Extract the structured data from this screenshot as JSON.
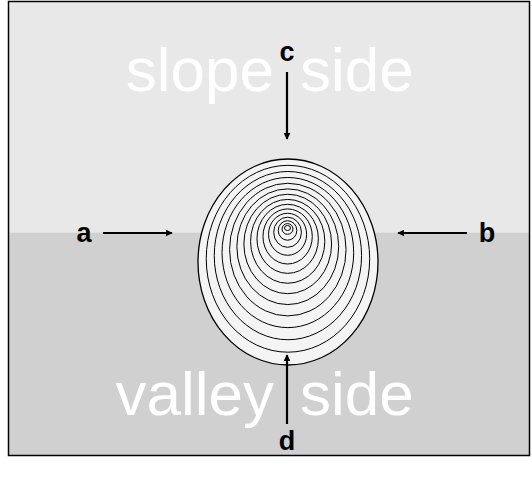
{
  "diagram": {
    "labels": [
      "c",
      "slope",
      "side",
      "a",
      "b",
      "valley",
      "side",
      "d"
    ]
  }
}
